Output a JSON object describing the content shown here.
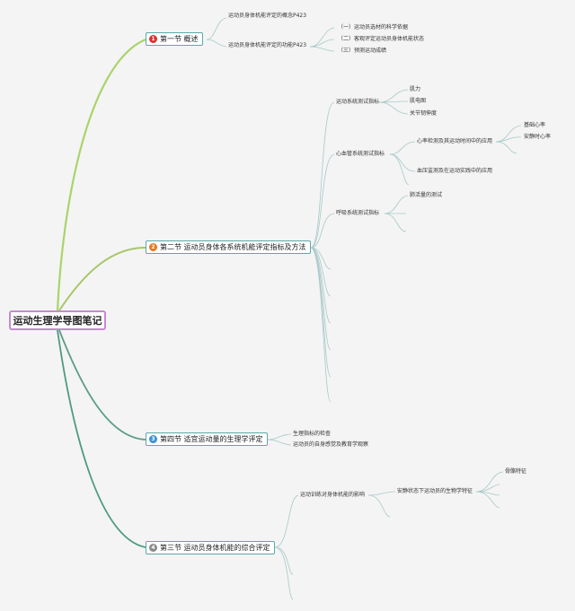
{
  "root": {
    "label": "运动生理学导图笔记"
  },
  "sections": {
    "s1": {
      "badge": "1",
      "label": "第一节 概述",
      "color": "#e03030"
    },
    "s2": {
      "badge": "2",
      "label": "第二节 运动员身体各系统机能评定指标及方法",
      "color": "#e8761e"
    },
    "s4": {
      "badge": "3",
      "label": "第四节 适宜运动量的生理学评定",
      "color": "#3b8fd6"
    },
    "s3": {
      "badge": "4",
      "label": "第三节 运动员身体机能的综合评定",
      "color": "#8a8a8a"
    }
  },
  "s1_children": {
    "concept": "运动员身体机能评定的概念P423",
    "purpose": "运动员身体机能评定的功能P423",
    "purpose_items": [
      "（一）运动员选材的科学依据",
      "（二）客观评定运动员身体机能状态",
      "（三）预测运动成绩"
    ]
  },
  "s2_children": {
    "motor": "运动系统测试指标",
    "motor_items": [
      "肌力",
      "肌电图",
      "关节韧伸度"
    ],
    "cardio": "心血管系统测试指标",
    "hr": "心率检测及其运动时间中的应用",
    "hr_items": [
      "基础心率",
      "安静时心率"
    ],
    "bp": "血压监测及在运动实践中的应用",
    "resp": "呼吸系统测试指标",
    "resp_items": [
      "肺活量的测试"
    ]
  },
  "s4_children": [
    "生理指标的检查",
    "运动员的自身感觉及教育学观察"
  ],
  "s3_children": {
    "effect": "运动训练对身体机能的影响",
    "rest": "安静状态下运动员的生物学特征",
    "rest_items": [
      "骨骼特征"
    ]
  }
}
